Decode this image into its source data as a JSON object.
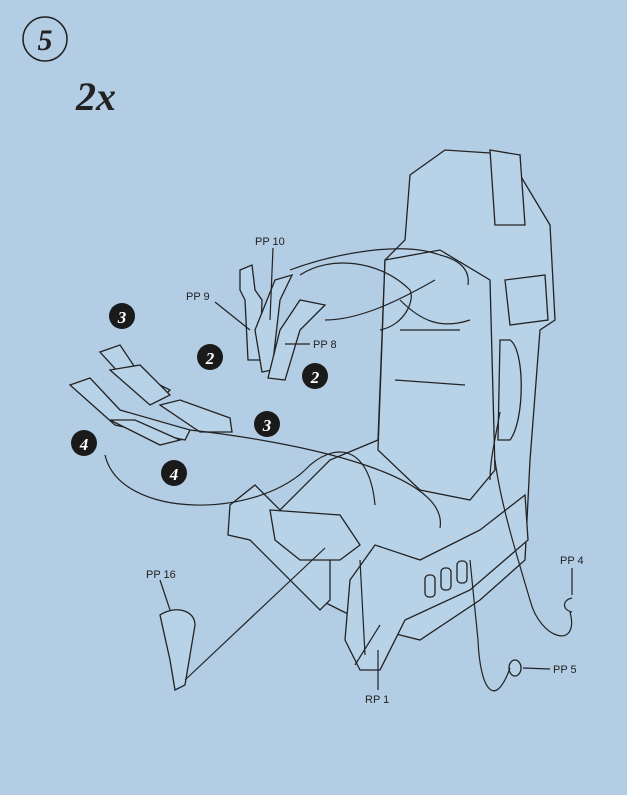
{
  "step": {
    "number": "5",
    "quantity": "2x"
  },
  "labels": {
    "pp10": "PP 10",
    "pp9": "PP 9",
    "pp8": "PP 8",
    "pp16": "PP 16",
    "rp1": "RP 1",
    "pp4": "PP 4",
    "pp5": "PP 5"
  },
  "callouts": [
    "2",
    "2",
    "3",
    "3",
    "4",
    "4"
  ],
  "colors": {
    "background": "#b3cde4",
    "ink": "#222222"
  }
}
